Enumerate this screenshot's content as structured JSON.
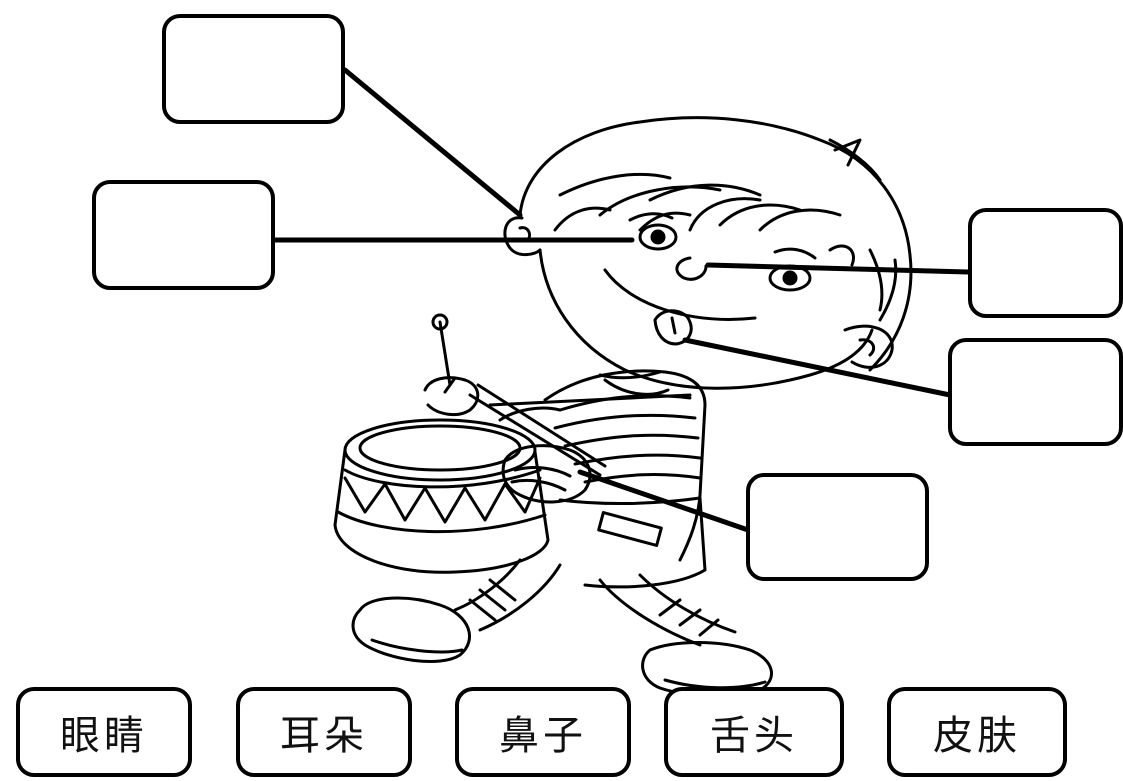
{
  "worksheet": {
    "figure": "boy-playing-drum",
    "line_color": "#000000",
    "background": "#ffffff"
  },
  "word_bank": [
    {
      "label": "眼睛"
    },
    {
      "label": "耳朵"
    },
    {
      "label": "鼻子"
    },
    {
      "label": "舌头"
    },
    {
      "label": "皮肤"
    }
  ]
}
